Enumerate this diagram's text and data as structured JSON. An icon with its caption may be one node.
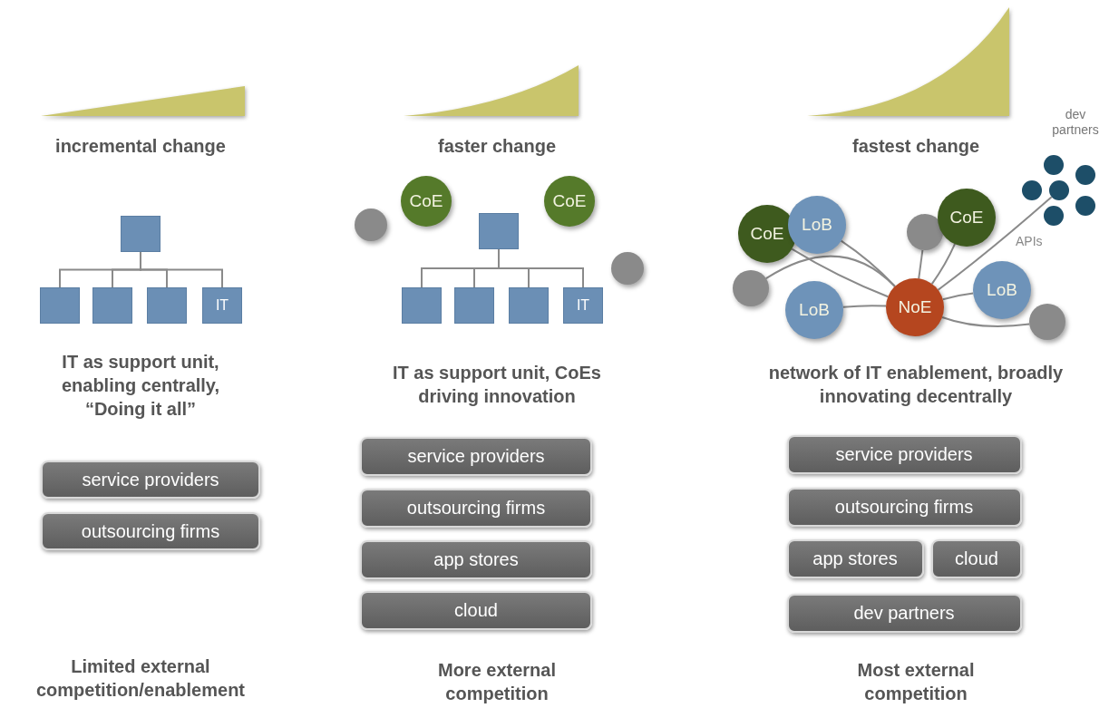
{
  "diagram": {
    "nodes": [
      {
        "text": [],
        "shape": "box"
      },
      {
        "text": [],
        "shape": "box"
      },
      {
        "text": [],
        "shape": "box"
      },
      {
        "text": [],
        "shape": "box"
      },
      {
        "text": [
          "IT"
        ]
      },
      {
        "text": [
          "service providers"
        ]
      },
      {
        "text": [
          "outsourcing firms"
        ]
      },
      {
        "text": [],
        "shape": "circle"
      },
      {
        "text": [
          "CoE"
        ]
      },
      {
        "text": [],
        "shape": "box"
      },
      {
        "text": [
          "CoE"
        ]
      },
      {
        "text": [],
        "shape": "circle"
      },
      {
        "text": [],
        "shape": "box"
      },
      {
        "text": [],
        "shape": "box"
      },
      {
        "text": [],
        "shape": "box"
      },
      {
        "text": [
          "IT"
        ]
      },
      {
        "text": [
          "service providers"
        ]
      },
      {
        "text": [
          "outsourcing firms"
        ]
      },
      {
        "text": [
          "app stores"
        ]
      },
      {
        "text": [
          "cloud"
        ]
      },
      {
        "text": [],
        "shape": "circle"
      },
      {
        "text": [],
        "shape": "circle"
      },
      {
        "text": [],
        "shape": "circle"
      },
      {
        "text": [],
        "shape": "circle"
      },
      {
        "text": [],
        "shape": "circle"
      },
      {
        "text": [],
        "shape": "circle"
      },
      {
        "text": [
          "CoE"
        ]
      },
      {
        "text": [
          "LoB"
        ]
      },
      {
        "text": [],
        "shape": "circle"
      },
      {
        "text": [
          "CoE"
        ]
      },
      {
        "text": [],
        "shape": "circle"
      },
      {
        "text": [
          "LoB"
        ]
      },
      {
        "text": [
          "NoE"
        ]
      },
      {
        "text": [
          "LoB"
        ]
      },
      {
        "text": [],
        "shape": "circle"
      },
      {
        "text": [
          "service providers"
        ]
      },
      {
        "text": [
          "outsourcing firms"
        ]
      },
      {
        "text": [
          "app stores"
        ]
      },
      {
        "text": [
          "cloud"
        ]
      },
      {
        "text": [
          "dev partners"
        ]
      }
    ],
    "edges": [
      {
        "from": 0,
        "to": 1,
        "arrow": "none"
      },
      {
        "from": 0,
        "to": 2,
        "arrow": "none"
      },
      {
        "from": 0,
        "to": 3,
        "arrow": "none"
      },
      {
        "from": 0,
        "to": 4,
        "arrow": "none"
      },
      {
        "from": 9,
        "to": 12,
        "arrow": "none"
      },
      {
        "from": 9,
        "to": 13,
        "arrow": "none"
      },
      {
        "from": 9,
        "to": 14,
        "arrow": "none"
      },
      {
        "from": 9,
        "to": 15,
        "arrow": "none"
      },
      {
        "from": 32,
        "to": 26,
        "arrow": "none"
      },
      {
        "from": 32,
        "to": 27,
        "arrow": "none"
      },
      {
        "from": 32,
        "to": 28,
        "arrow": "none"
      },
      {
        "from": 32,
        "to": 29,
        "arrow": "none"
      },
      {
        "from": 32,
        "to": 30,
        "arrow": "none"
      },
      {
        "from": 32,
        "to": 31,
        "arrow": "none"
      },
      {
        "from": 32,
        "to": 33,
        "arrow": "none"
      },
      {
        "from": 32,
        "to": 34,
        "arrow": "none"
      },
      {
        "from": 32,
        "to": 23,
        "arrow": "none",
        "label": "APIs"
      }
    ],
    "labels": [
      "incremental change",
      "faster change",
      "fastest change",
      "dev partners",
      "IT as support unit, enabling centrally, “Doing it all”",
      "IT as support unit, CoEs driving innovation",
      "network of IT enablement, broadly innovating decentrally",
      "Limited external competition/enablement",
      "More external competition",
      "Most external competition"
    ]
  }
}
